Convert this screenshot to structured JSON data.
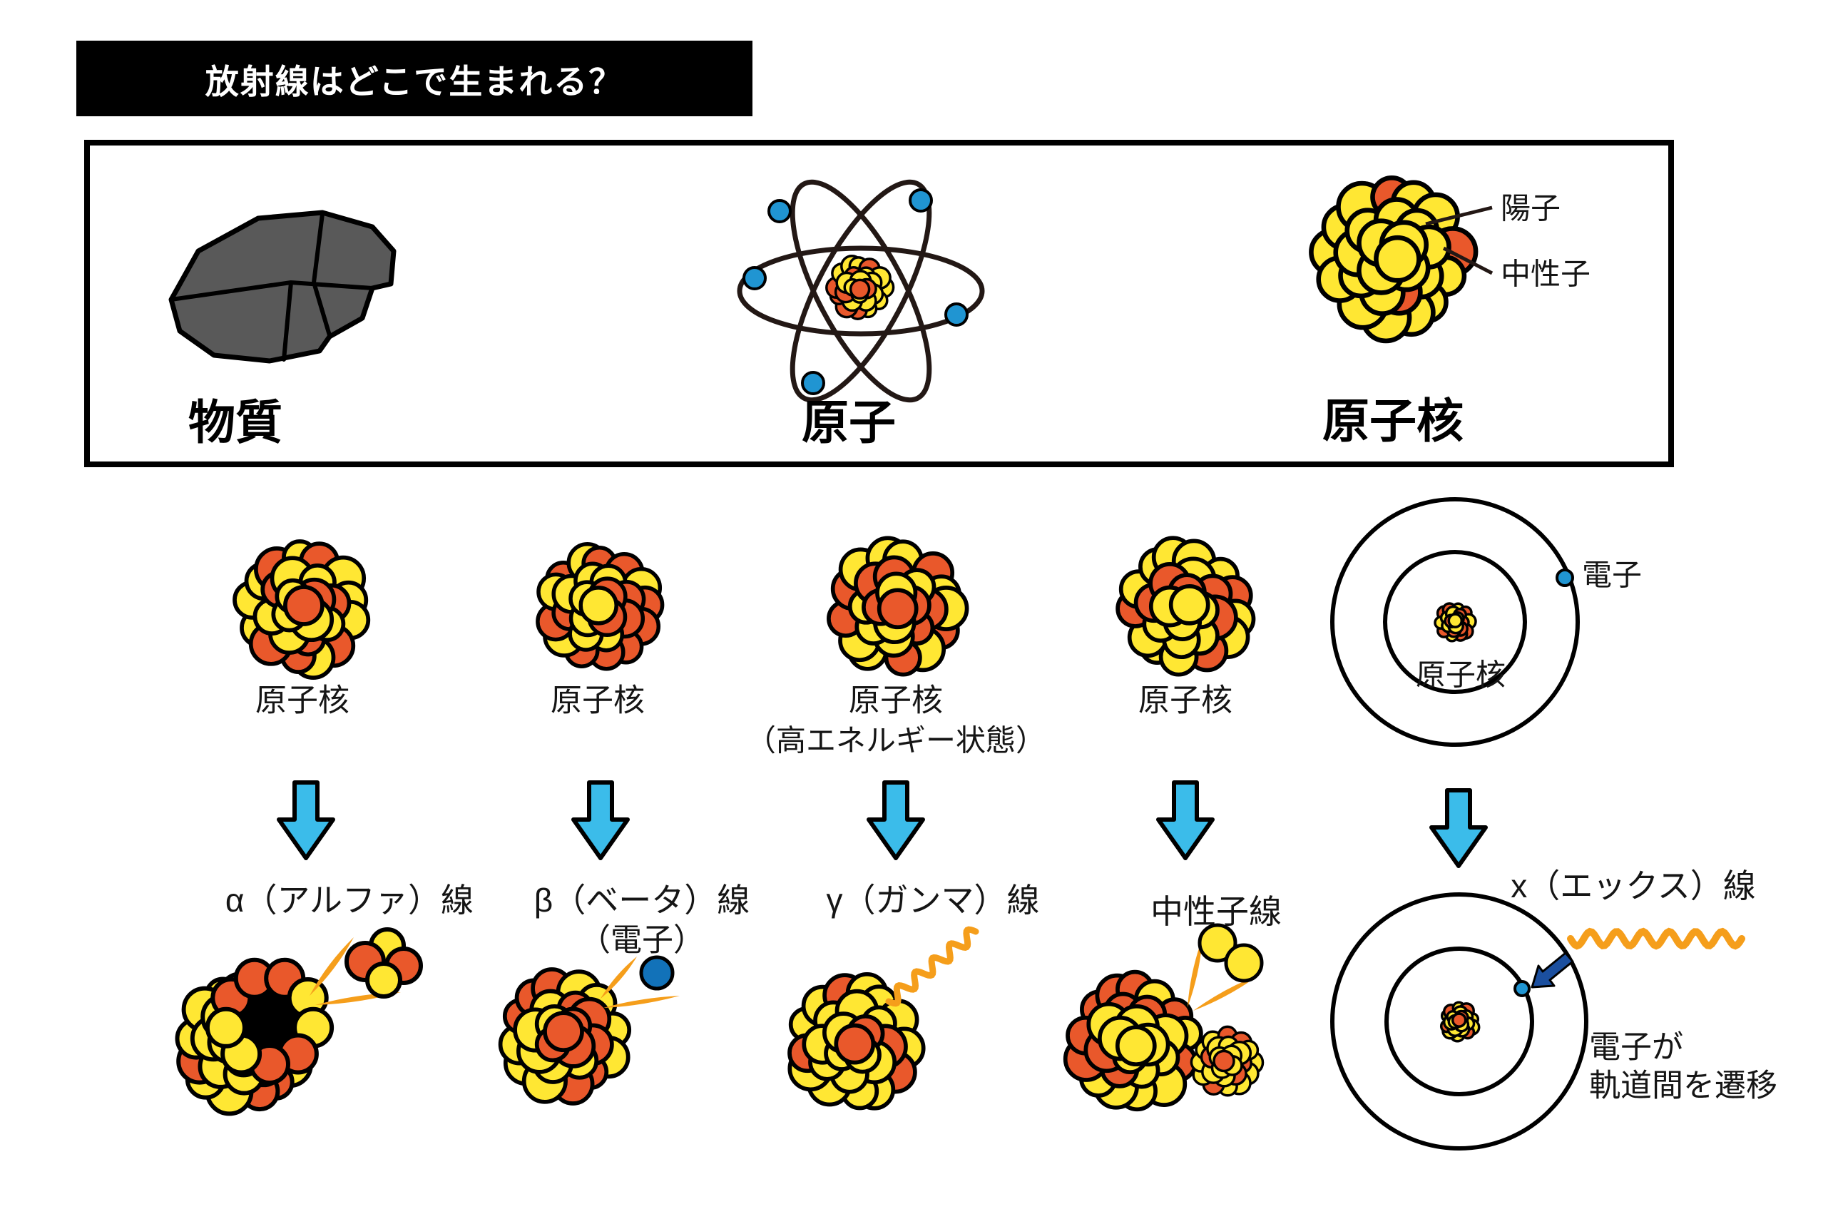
{
  "banner": {
    "title": "放射線はどこで生まれる？"
  },
  "overview": {
    "matter_label": "物質",
    "atom_label": "原子",
    "nucleus_label": "原子核",
    "proton_label": "陽子",
    "neutron_label": "中性子"
  },
  "columns": [
    {
      "source": "原子核",
      "ray": "α（アルファ）線"
    },
    {
      "source": "原子核",
      "ray": "β（ベータ）線",
      "ray_note": "（電子）"
    },
    {
      "source": "原子核",
      "source_note": "（高エネルギー状態）",
      "ray": "γ（ガンマ）線"
    },
    {
      "source": "原子核",
      "ray": "中性子線"
    },
    {
      "source": "原子核",
      "electron_label": "電子",
      "ray": "x（エックス）線",
      "note1": "電子が",
      "note2": "軌道間を遷移"
    }
  ],
  "colors": {
    "banner_bg": "#000000",
    "banner_text": "#FFFFFF",
    "proton_orange": "#E9582B",
    "neutron_yellow": "#FFE733",
    "arrow_cyan": "#3BBCEA",
    "electron_blue": "#2095D2",
    "beta_electron_blue": "#1272B9",
    "xray_arrow_navy": "#1B4F9F",
    "spark_orange": "#F59E1B",
    "rock_gray": "#595959",
    "orbit_dark": "#231815"
  }
}
